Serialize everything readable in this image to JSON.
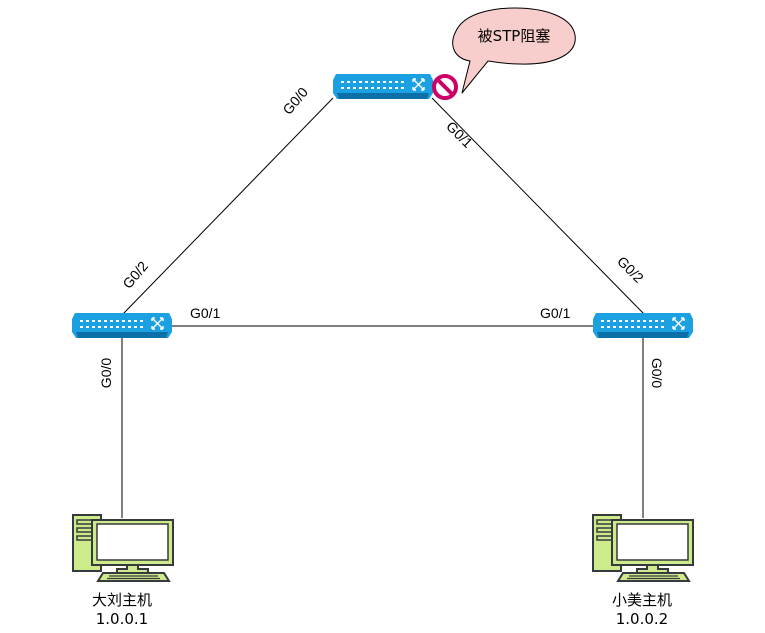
{
  "diagram": {
    "callout": "被STP阻塞",
    "switches": {
      "top": {
        "port_left": "G0/0",
        "port_right": "G0/1"
      },
      "left": {
        "port_up": "G0/2",
        "port_right": "G0/1",
        "port_down": "G0/0"
      },
      "right": {
        "port_up": "G0/2",
        "port_left": "G0/1",
        "port_down": "G0/0"
      }
    },
    "hosts": [
      {
        "name": "大刘主机",
        "ip": "1.0.0.1"
      },
      {
        "name": "小美主机",
        "ip": "1.0.0.2"
      }
    ],
    "colors": {
      "switch_body": "#1ba1e2",
      "switch_dark": "#0d6fa8",
      "pc_fill": "#cdeb8b",
      "pc_stroke": "#36393d",
      "bubble_fill": "#f8cecc",
      "bubble_stroke": "#000000",
      "block_icon": "#cc0066"
    }
  }
}
